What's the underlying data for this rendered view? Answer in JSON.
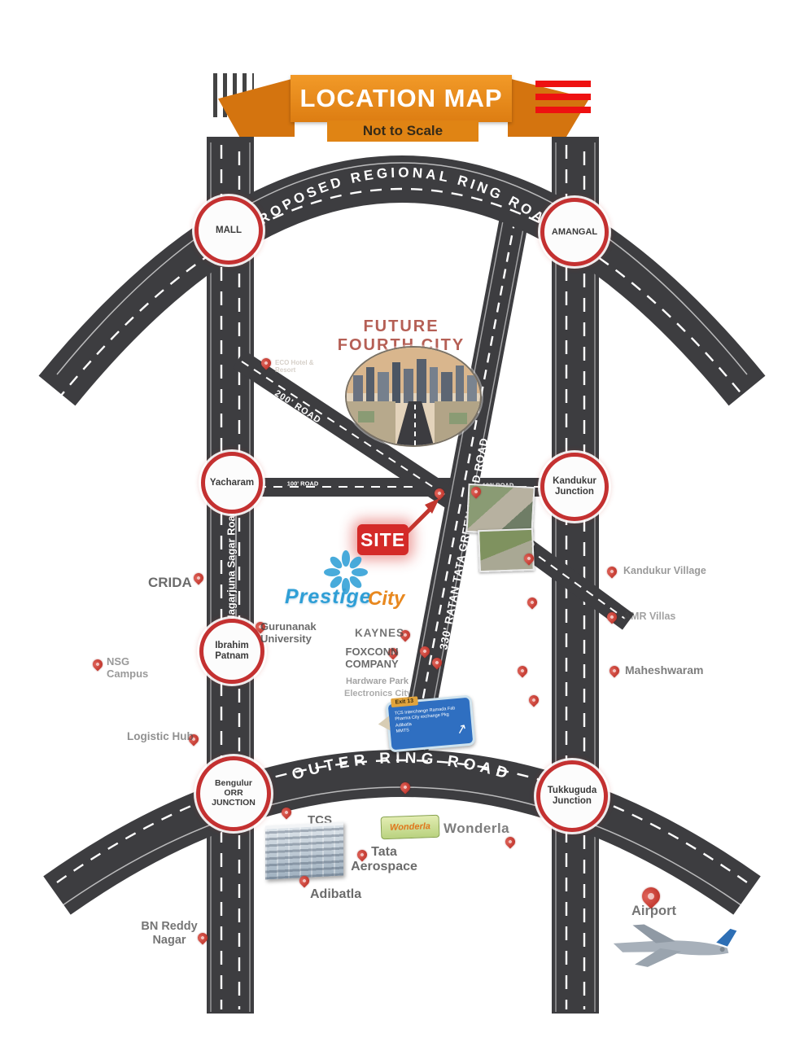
{
  "header": {
    "title": "LOCATION MAP",
    "scale_note": "Not to Scale"
  },
  "roads": {
    "regional_ring": "PROPOSED REGIONAL RING ROAD",
    "outer_ring": "OUTER RING ROAD",
    "nagarjuna": "Nagarjuna Sagar Road",
    "green_field": "330' RATAN TATA GREEN FIELD ROAD",
    "r200_a": "200' ROAD",
    "r200_b": "200' ROAD",
    "r100_a": "100' ROAD",
    "r100_b": "100' ROAD"
  },
  "junctions": {
    "mall": "MALL",
    "amangal": "AMANGAL",
    "yacharam": "Yacharam",
    "kandukur": "Kandukur\nJunction",
    "ibrahim": "Ibrahim\nPatnam",
    "bengulur": "Bengulur\nORR\nJUNCTION",
    "tukkuguda": "Tukkuguda\nJunction"
  },
  "site": {
    "label": "SITE",
    "brand_first": "Prestige",
    "brand_second": "City"
  },
  "future_city": {
    "title": "FUTURE\nFOURTH CITY"
  },
  "landmarks": {
    "crida": "CRIDA",
    "nsg": "NSG\nCampus",
    "logistic": "Logistic Hub",
    "bnreddy": "BN Reddy\nNagar",
    "gurunanak": "Gurunanak\nUniversity",
    "hotel": "ECO Hotel &\nResort",
    "kaynes": "KAYNES",
    "foxconn": "FOXCONN\nCOMPANY",
    "hardware": "Hardware Park",
    "ecity": "Electronics City",
    "kandukur_village": "Kandukur Village",
    "amr": "AMR Villas",
    "maheshwaram": "Maheshwaram",
    "tcs": "TCS",
    "wonderla": "Wonderla",
    "wonderla_logo": "Wonderla",
    "tata": "Tata\nAerospace",
    "adibatla": "Adibatla",
    "airport": "Airport"
  },
  "exit_sign": {
    "tab": "Exit 13",
    "lines": [
      "TCS Interchange Ramada Fab",
      "Pharma City exchange Pkg",
      "Adibatla",
      "MMTS"
    ]
  },
  "colors": {
    "banner_orange": "#e8831d",
    "road_gray": "#3d3d40",
    "junction_ring_red": "#c43131",
    "site_red": "#d42a28",
    "prestige_blue": "#2f9fd6",
    "city_orange": "#e8881f",
    "pin_red": "#c2362e",
    "future_city_red": "#a63c30"
  }
}
